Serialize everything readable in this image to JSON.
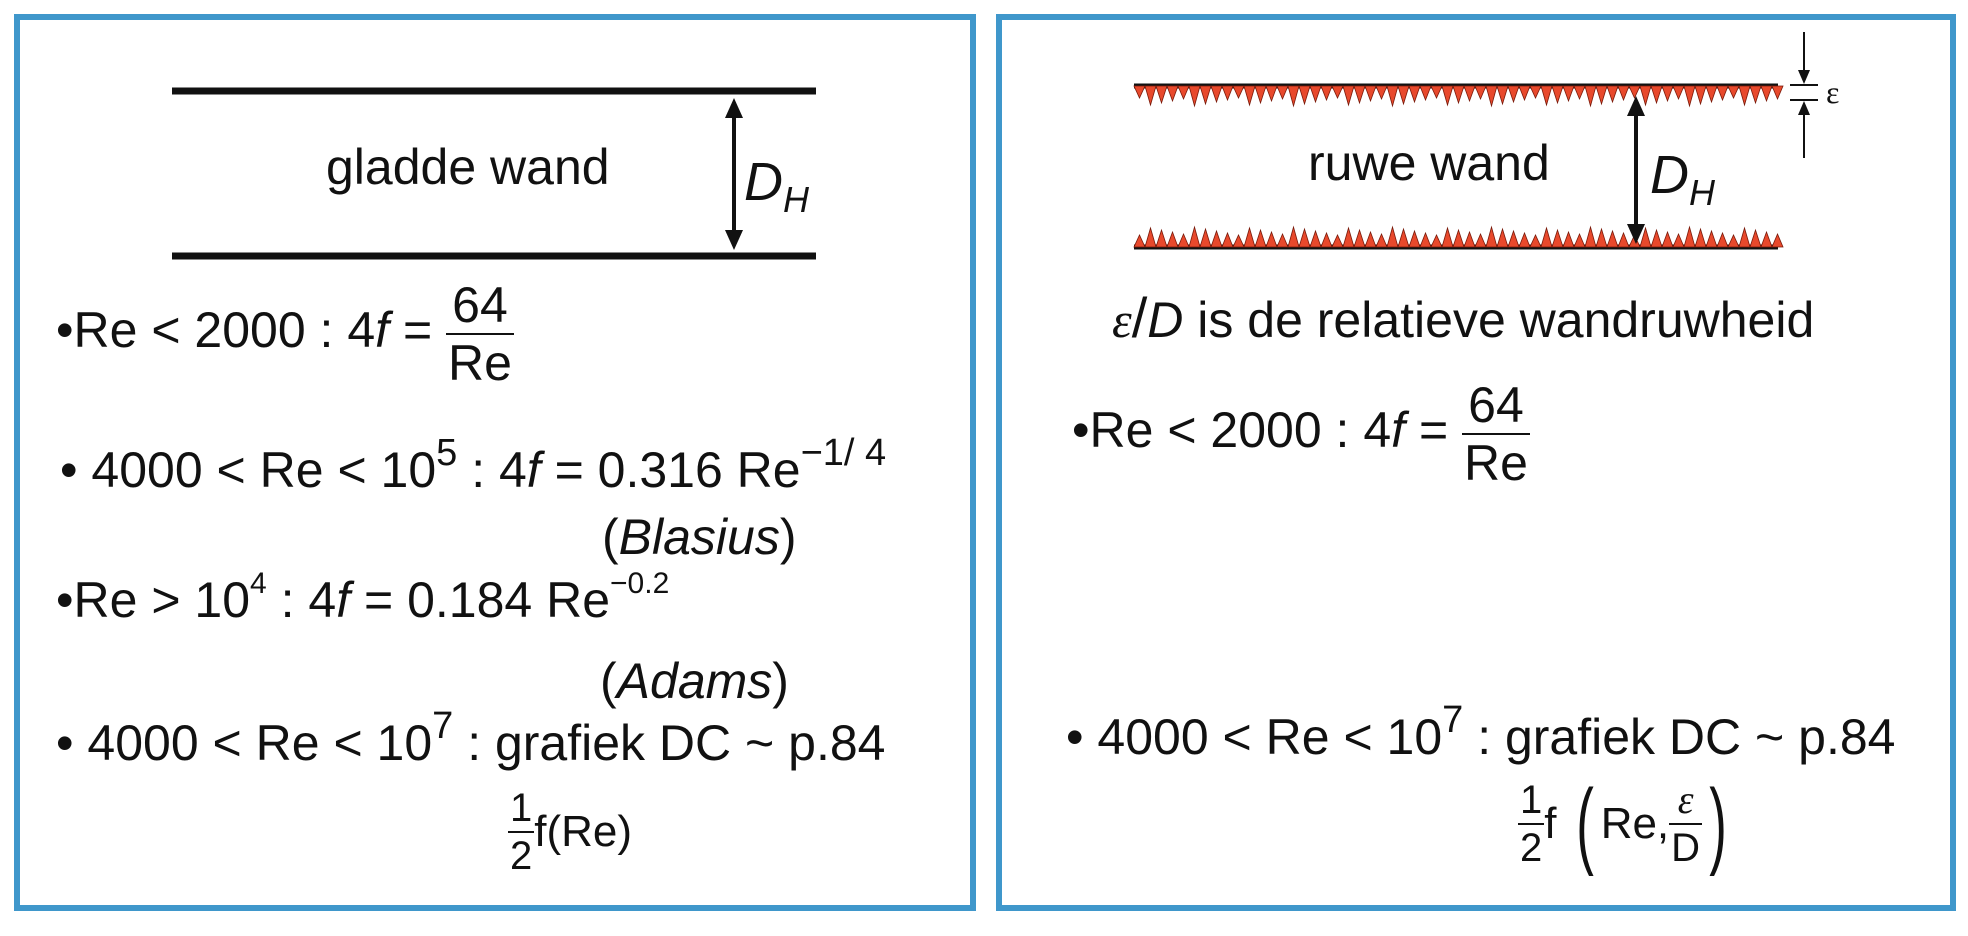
{
  "smooth": {
    "label": "gladde wand",
    "dh_main": "D",
    "dh_sub": "H",
    "formulas": {
      "laminar": {
        "bullet": "•",
        "lhs": "Re < 2000 : 4",
        "f": "f",
        "eq": " = ",
        "num": "64",
        "den": "Re"
      },
      "blasius": {
        "bullet": "•",
        "lhs": "4000 < Re < 10",
        "exp": "5",
        "mid": " : 4",
        "f": "f",
        "rhs": " = 0.316 Re",
        "rhs_exp": "−1/ 4",
        "note_open": "(",
        "note": "Blasius",
        "note_close": ")"
      },
      "adams": {
        "bullet": "•",
        "lhs": "Re > 10",
        "exp": "4",
        "mid": " : 4",
        "f": "f",
        "rhs": " = 0.184 Re",
        "rhs_exp": "−0.2",
        "note_open": "(",
        "note": "Adams",
        "note_close": ")"
      },
      "graph": {
        "bullet": "•",
        "lhs": "4000 < Re < 10",
        "exp": "7",
        "rhs": " : grafiek DC ~ p.84",
        "half_num": "1",
        "half_den": "2",
        "func": "f(Re)"
      }
    }
  },
  "rough": {
    "label": "ruwe wand",
    "dh_main": "D",
    "dh_sub": "H",
    "epsilon": "ε",
    "relative_eps": "ε",
    "relative_slash": "/",
    "relative_D": "D",
    "relative_text": " is de relatieve wandruwheid",
    "formulas": {
      "laminar": {
        "bullet": "•",
        "lhs": "Re < 2000 : 4",
        "f": "f",
        "eq": " = ",
        "num": "64",
        "den": "Re"
      },
      "graph": {
        "bullet": "•",
        "lhs": "4000 < Re < 10",
        "exp": "7",
        "rhs": " : grafiek DC ~ p.84",
        "half_num": "1",
        "half_den": "2",
        "func": "f",
        "arg_re": "Re,",
        "arg_num": "ε",
        "arg_den": "D"
      }
    }
  },
  "colors": {
    "frame": "#3f97cb",
    "roughness": "#e8492c",
    "ink": "#111111"
  }
}
